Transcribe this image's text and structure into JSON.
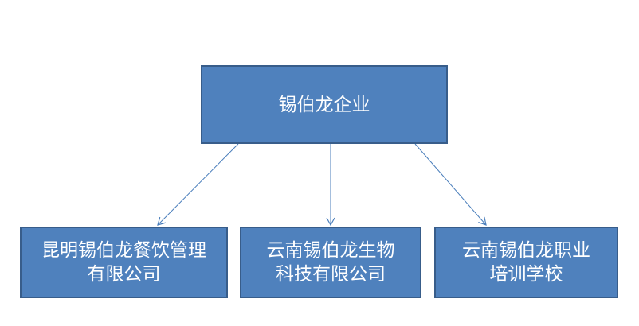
{
  "diagram": {
    "root": {
      "label": "锡伯龙企业"
    },
    "children": [
      {
        "label": "昆明锡伯龙餐饮管理\n有限公司"
      },
      {
        "label": "云南锡伯龙生物\n科技有限公司"
      },
      {
        "label": "云南锡伯龙职业\n培训学校"
      }
    ],
    "colors": {
      "node_fill": "#4f81bd",
      "node_border": "#385d8a",
      "edge": "#4a7ebb",
      "text": "#ffffff"
    }
  }
}
